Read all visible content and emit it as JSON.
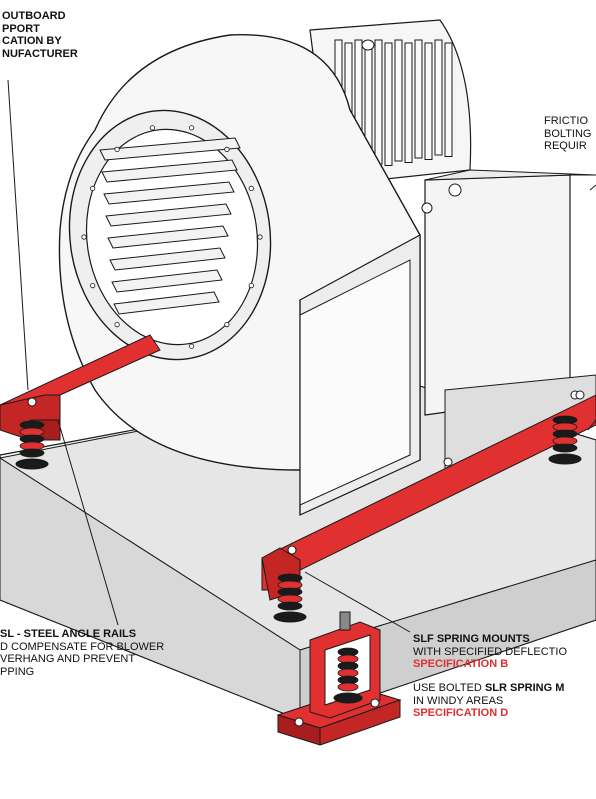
{
  "colors": {
    "rail_red": "#e03030",
    "rail_dark": "#a81e1e",
    "spring_dark": "#1a1a1a",
    "outline": "#1a1a1a",
    "concrete": "#e8e8e8",
    "spec_red": "#e03030"
  },
  "labels": {
    "outboard": {
      "lines": [
        "OUTBOARD",
        "PPORT",
        "CATION BY",
        "NUFACTURER"
      ]
    },
    "friction": {
      "lines": [
        "FRICTIO",
        "BOLTING",
        "REQUIR"
      ]
    },
    "rails": {
      "title": "SL - STEEL ANGLE RAILS",
      "lines": [
        "D COMPENSATE FOR BLOWER",
        "VERHANG AND  PREVENT",
        "PPING"
      ]
    },
    "slf": {
      "title": "SLF SPRING MOUNTS",
      "line2": "WITH SPECIFIED DEFLECTIO",
      "spec": "SPECIFICATION B"
    },
    "slr": {
      "prefix": "USE BOLTED ",
      "bold": "SLR SPRING M",
      "line2": "IN WINDY AREAS",
      "spec": "SPECIFICATION D"
    }
  }
}
